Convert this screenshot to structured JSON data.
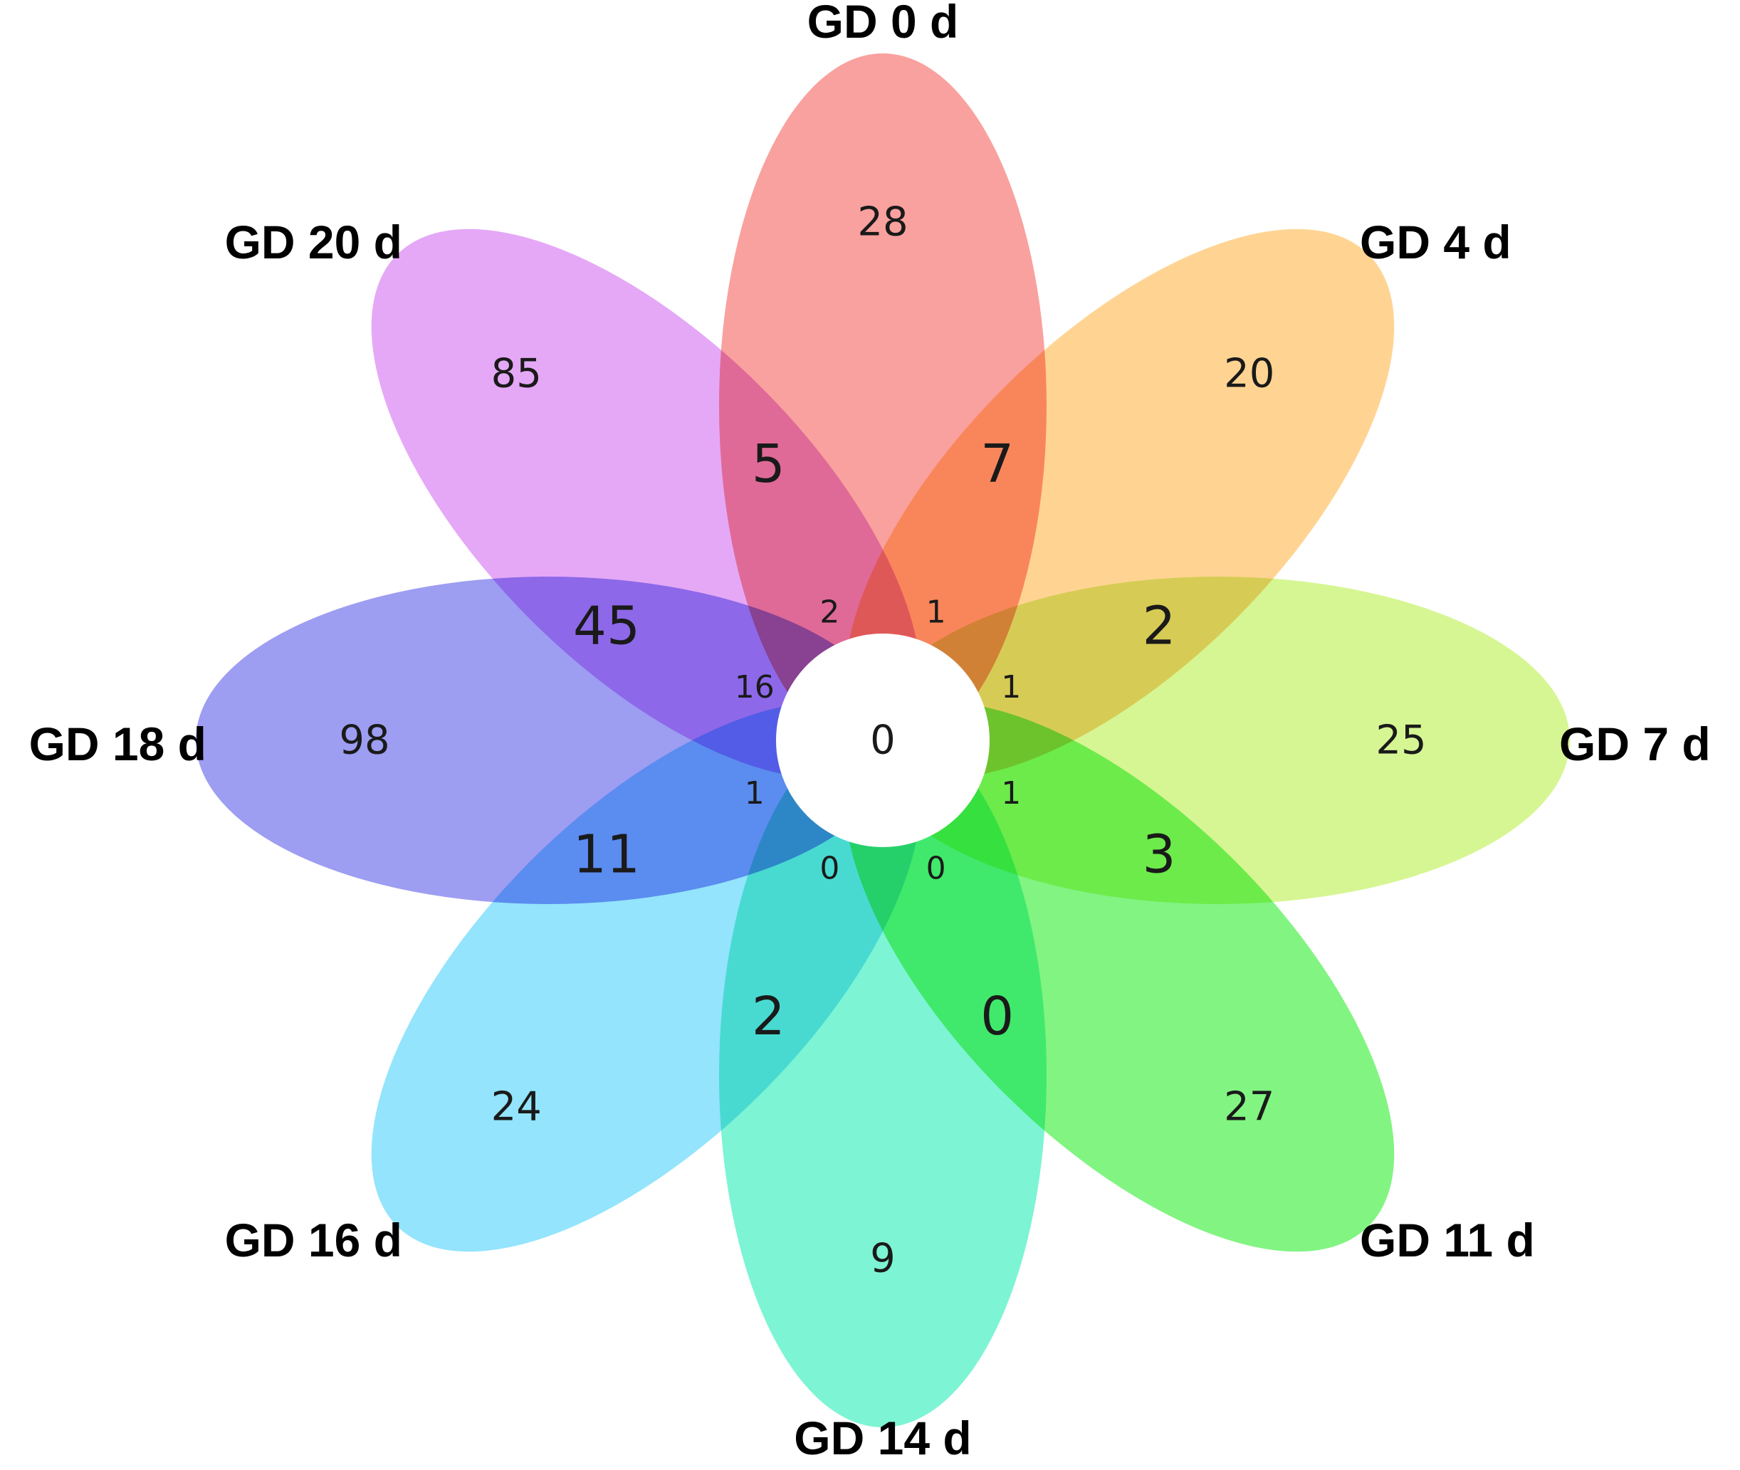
{
  "sets": [
    {
      "label": "GD 0 d",
      "color": "#F8918D",
      "unique": "28"
    },
    {
      "label": "GD 4 d",
      "color": "#FFCC80",
      "unique": "20"
    },
    {
      "label": "GD 7 d",
      "color": "#CFF580",
      "unique": "25"
    },
    {
      "label": "GD 11 d",
      "color": "#6CF26C",
      "unique": "27"
    },
    {
      "label": "GD 14 d",
      "color": "#66F2CC",
      "unique": "9"
    },
    {
      "label": "GD 16 d",
      "color": "#80DFFB",
      "unique": "24"
    },
    {
      "label": "GD 18 d",
      "color": "#8C8CF0",
      "unique": "98"
    },
    {
      "label": "GD 20 d",
      "color": "#E099F5",
      "unique": "85"
    }
  ],
  "pair_overlaps": [
    "7",
    "2",
    "3",
    "0",
    "2",
    "11",
    "45",
    "5"
  ],
  "inner_overlaps": [
    "1",
    "1",
    "1",
    "0",
    "0",
    "1",
    "16",
    "2"
  ],
  "center": "0"
}
